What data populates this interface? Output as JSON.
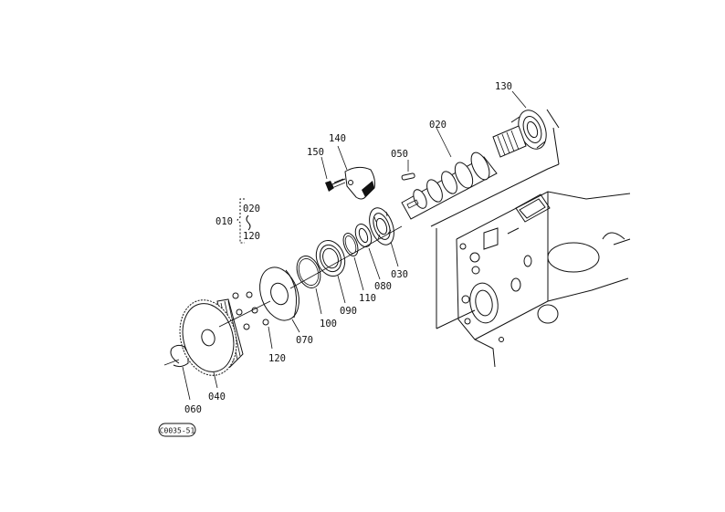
{
  "parts": {
    "p010": "010",
    "p020_top": "020",
    "p020_brace": "020",
    "p120_brace": "120",
    "p030": "030",
    "p040": "040",
    "p050": "050",
    "p060": "060",
    "p070": "070",
    "p080": "080",
    "p090": "090",
    "p100": "100",
    "p110": "110",
    "p120": "120",
    "p130": "130",
    "p140": "140",
    "p150": "150"
  },
  "drawing_code": "C0035-51"
}
